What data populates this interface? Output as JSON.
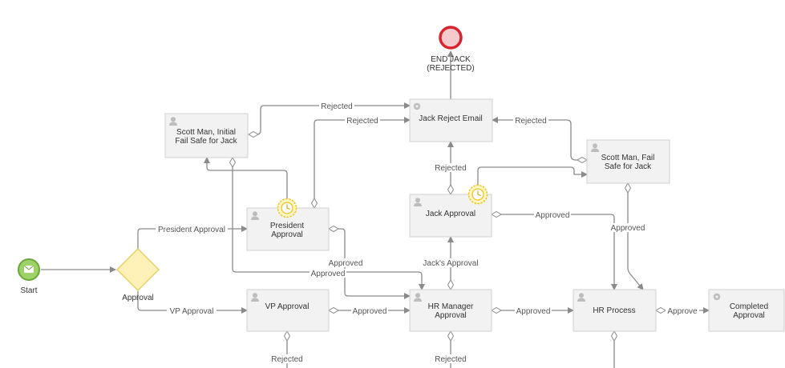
{
  "nodes": {
    "start": "Start",
    "approval_gateway": "Approval",
    "end": [
      "END JACK",
      "(REJECTED)"
    ],
    "scott_initial": [
      "Scott Man, Initial",
      "Fail Safe for Jack"
    ],
    "jack_reject_email": [
      "Jack Reject Email"
    ],
    "scott_failsafe": [
      "Scott Man, Fail",
      "Safe for Jack"
    ],
    "president_approval": [
      "President",
      "Approval"
    ],
    "jack_approval": [
      "Jack Approval"
    ],
    "vp_approval": [
      "VP Approval"
    ],
    "hr_manager_approval": [
      "HR Manager",
      "Approval"
    ],
    "hr_process": [
      "HR Process"
    ],
    "completed_approval": [
      "Completed",
      "Approval"
    ]
  },
  "edge_labels": {
    "rejected_scott_initial": "Rejected",
    "rejected_president": "Rejected",
    "rejected_scott_failsafe": "Rejected",
    "rejected_jack": "Rejected",
    "president_approval": "President Approval",
    "vp_approval": "VP Approval",
    "approved_vp_hr": "Approved",
    "approved_hr_hrprocess": "Approved",
    "approved_president_1": "Approved",
    "approved_president_2": "Approved",
    "jacks_approval": "Jack's Approval",
    "approved_jack": "Approved",
    "approved_scott_failsafe": "Approved",
    "approve_completed": "Approve",
    "rejected_vp_bottom": "Rejected",
    "rejected_hr_bottom": "Rejected"
  },
  "colors": {
    "start_fill": "#9fd36a",
    "end_stroke": "#d9232d",
    "gateway_fill": "#fff2b8",
    "timer": "#f0c419",
    "task_fill": "#f2f2f2",
    "edge": "#8a8a8a"
  }
}
